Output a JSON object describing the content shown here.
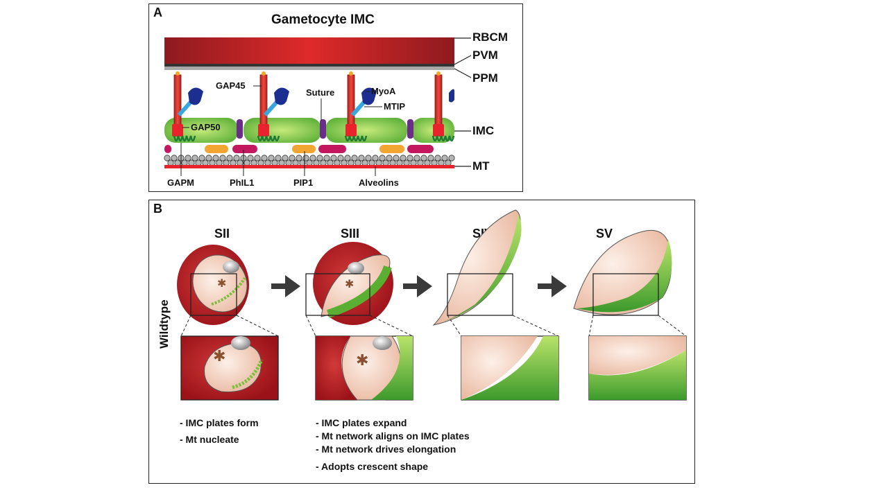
{
  "panel_a": {
    "letter": "A",
    "title": "Gametocyte IMC",
    "layers": [
      "RBCM",
      "PVM",
      "PPM",
      "IMC",
      "MT"
    ],
    "proteins": {
      "gap45": "GAP45",
      "suture": "Suture",
      "myoa": "MyoA",
      "mtip": "MTIP",
      "gap50": "GAP50",
      "gapm": "GAPM",
      "phil1": "PhIL1",
      "pip1": "PIP1",
      "alveolins": "Alveolins"
    },
    "colors": {
      "membrane_red": "#d42a2a",
      "dark_red": "#8e1a1f",
      "imc_green": "#7cc64a",
      "myosin_blue": "#1c2f91",
      "mtip_cyan": "#39a7dd",
      "suture_purple": "#6a2d8a",
      "pip1_orange": "#f2a531",
      "phil1_magenta": "#c3185f",
      "gapm_green": "#1f7a35"
    }
  },
  "panel_b": {
    "letter": "B",
    "row_label": "Wildtype",
    "stages": [
      "SII",
      "SIII",
      "SIV",
      "SV"
    ],
    "notes_left": [
      "- IMC plates form",
      "- Mt nucleate"
    ],
    "notes_right": [
      "- IMC plates expand",
      "- Mt network aligns on IMC plates",
      "- Mt network drives elongation",
      "- Adopts crescent shape"
    ]
  }
}
